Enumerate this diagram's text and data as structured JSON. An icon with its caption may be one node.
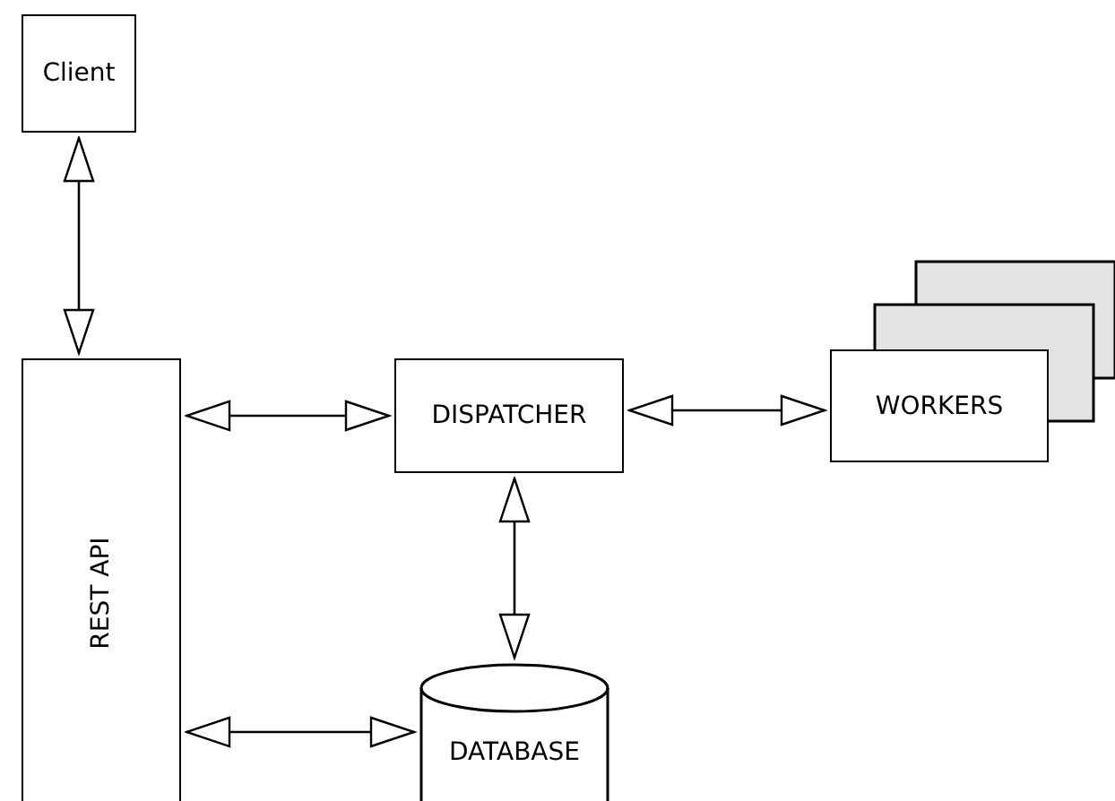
{
  "diagram": {
    "nodes": [
      {
        "text": [
          "Client"
        ]
      },
      {
        "text": [
          "REST API"
        ]
      },
      {
        "text": [
          "DISPATCHER"
        ]
      },
      {
        "text": [
          "WORKERS"
        ]
      },
      {
        "text": [
          "DATABASE"
        ]
      }
    ],
    "edges": [
      {
        "from": 0,
        "to": 1,
        "arrow": "both"
      },
      {
        "from": 1,
        "to": 2,
        "arrow": "both"
      },
      {
        "from": 2,
        "to": 3,
        "arrow": "both"
      },
      {
        "from": 2,
        "to": 4,
        "arrow": "both"
      },
      {
        "from": 1,
        "to": 4,
        "arrow": "both"
      }
    ]
  }
}
